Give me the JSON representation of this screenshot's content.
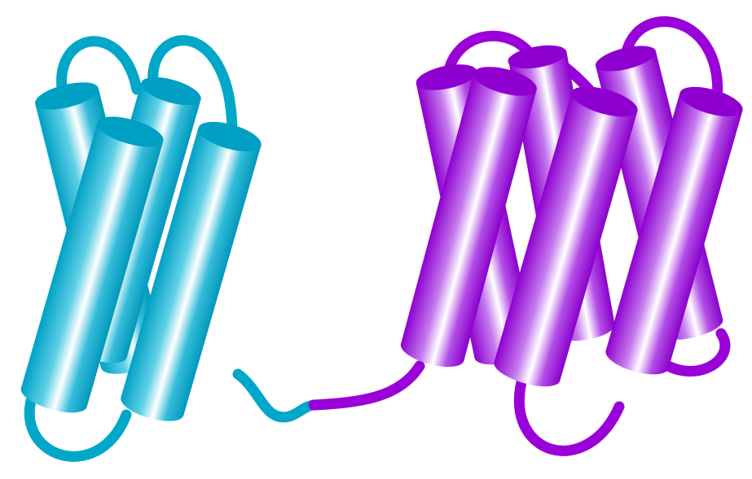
{
  "diagram": {
    "description_free": true,
    "domains": [
      {
        "id": "left-domain",
        "color": "#00A7C9",
        "helix_count": 4
      },
      {
        "id": "right-domain",
        "color": "#9A00D8",
        "helix_count": 6
      }
    ],
    "colors": {
      "cyan": "#00A7C9",
      "cyan_light": "#ffffff",
      "purple": "#9A00D8",
      "purple_light": "#ffffff"
    }
  }
}
